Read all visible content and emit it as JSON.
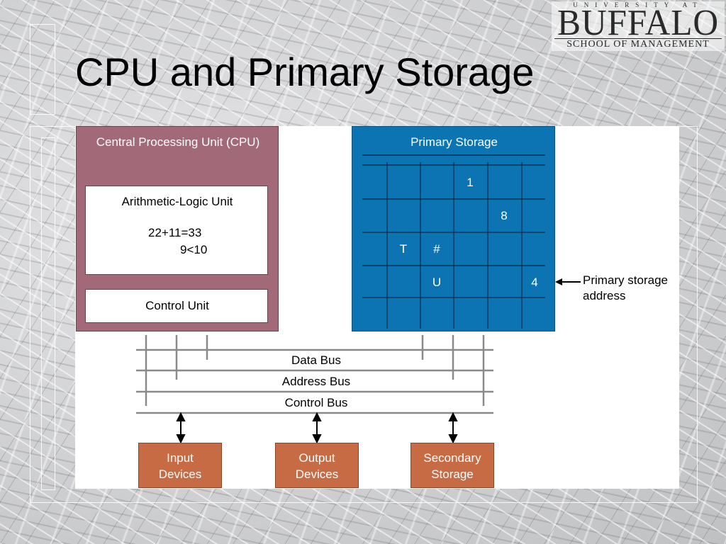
{
  "logo": {
    "top_line": "UNIVERSITY AT",
    "main": "BUFFALO",
    "sub": "SCHOOL OF MANAGEMENT"
  },
  "title": "CPU and Primary Storage",
  "cpu": {
    "title": "Central Processing Unit (CPU)",
    "alu": {
      "title": "Arithmetic-Logic Unit",
      "line1": "22+11=33",
      "line2": "9<10"
    },
    "control_unit": "Control Unit"
  },
  "primary_storage": {
    "title": "Primary Storage",
    "cells": [
      {
        "row": 0,
        "col": 3,
        "value": "1"
      },
      {
        "row": 1,
        "col": 4,
        "value": "8"
      },
      {
        "row": 2,
        "col": 1,
        "value": "T"
      },
      {
        "row": 2,
        "col": 2,
        "value": "#"
      },
      {
        "row": 3,
        "col": 2,
        "value": "U"
      },
      {
        "row": 3,
        "col": 5,
        "value": "4"
      }
    ],
    "address_annotation": "Primary storage\naddress"
  },
  "buses": {
    "data": "Data Bus",
    "address": "Address Bus",
    "control": "Control Bus"
  },
  "devices": {
    "input": "Input\nDevices",
    "output": "Output\nDevices",
    "secondary": "Secondary\nStorage"
  },
  "colors": {
    "cpu": "#a26a78",
    "primary_storage": "#0c74b3",
    "devices": "#c66b44"
  }
}
